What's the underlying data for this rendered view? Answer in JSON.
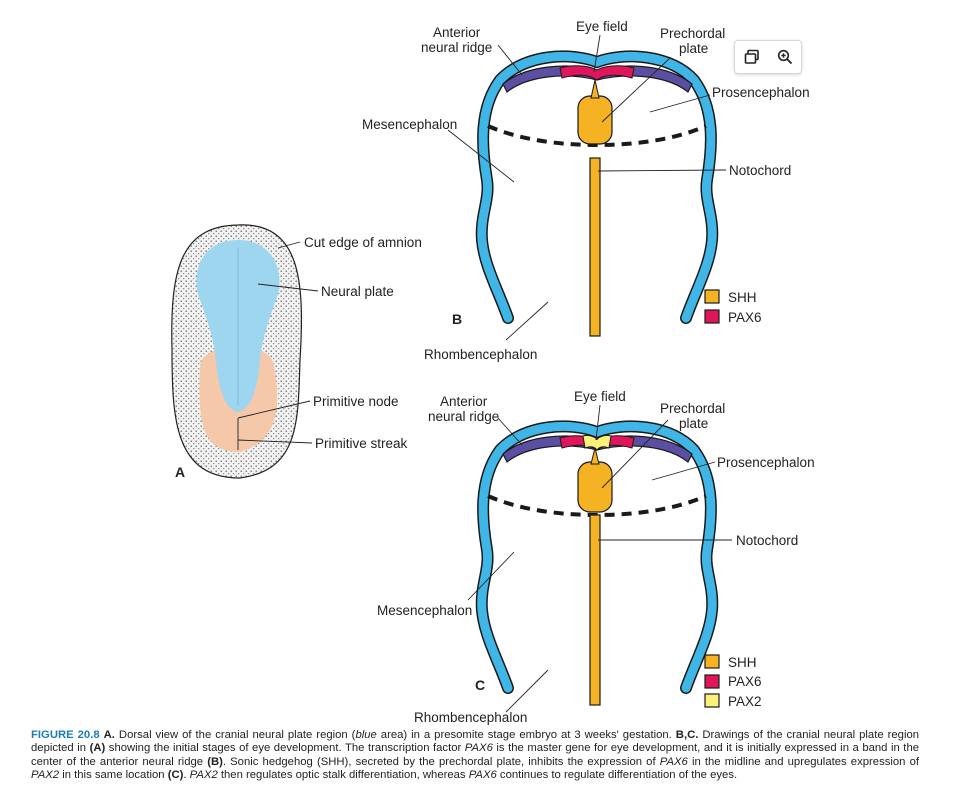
{
  "toolbar": {
    "icons": [
      "gallery-icon",
      "zoom-in-icon"
    ]
  },
  "colors": {
    "neural_plate_blue": "#3fb6e6",
    "ridge_purple": "#5a4fa3",
    "shh": "#f5b324",
    "pax6": "#e0155b",
    "pax2": "#fbf078",
    "amnion_blue": "#9fd6ef",
    "streak_peach": "#f4c8a8"
  },
  "panel_a": {
    "letter": "A",
    "labels": {
      "cut_edge": "Cut edge of amnion",
      "neural_plate": "Neural plate",
      "primitive_node": "Primitive node",
      "primitive_streak": "Primitive streak"
    }
  },
  "panel_b": {
    "letter": "B",
    "labels": {
      "anterior_ridge_1": "Anterior",
      "anterior_ridge_2": "neural ridge",
      "eye_field": "Eye field",
      "prechordal_1": "Prechordal",
      "prechordal_2": "plate",
      "prosencephalon": "Prosencephalon",
      "mesencephalon": "Mesencephalon",
      "notochord": "Notochord",
      "rhombencephalon": "Rhombencephalon"
    },
    "legend": [
      {
        "label": "SHH",
        "color": "#f5b324"
      },
      {
        "label": "PAX6",
        "color": "#e0155b"
      }
    ]
  },
  "panel_c": {
    "letter": "C",
    "labels": {
      "anterior_ridge_1": "Anterior",
      "anterior_ridge_2": "neural ridge",
      "eye_field": "Eye field",
      "prechordal_1": "Prechordal",
      "prechordal_2": "plate",
      "prosencephalon": "Prosencephalon",
      "mesencephalon": "Mesencephalon",
      "notochord": "Notochord",
      "rhombencephalon": "Rhombencephalon"
    },
    "legend": [
      {
        "label": "SHH",
        "color": "#f5b324"
      },
      {
        "label": "PAX6",
        "color": "#e0155b"
      },
      {
        "label": "PAX2",
        "color": "#fbf078"
      }
    ]
  },
  "caption": {
    "figure_label": "FIGURE 20.8",
    "s1": "A.",
    "s2": " Dorsal view of the cranial neural plate region (",
    "s3": "blue",
    "s4": " area) in a presomite stage embryo at 3 weeks' gestation. ",
    "s5": "B,C.",
    "s6": " Drawings of the cranial neural plate region depicted in ",
    "s7": "(A)",
    "s8": " showing the initial stages of eye development. The transcription factor ",
    "s9": "PAX6",
    "s10": " is the master gene for eye development, and it is initially expressed in a band in the center of the anterior neural ridge ",
    "s11": "(B)",
    "s12": ". Sonic hedgehog (SHH), secreted by the prechordal plate, inhibits the expression of ",
    "s13": "PAX6",
    "s14": " in the midline and upregulates expression of ",
    "s15": "PAX2",
    "s16": " in this same location ",
    "s17": "(C)",
    "s18": ". ",
    "s19": "PAX2",
    "s20": " then regulates optic stalk differentiation, whereas ",
    "s21": "PAX6",
    "s22": " continues to regulate differentiation of the eyes."
  }
}
